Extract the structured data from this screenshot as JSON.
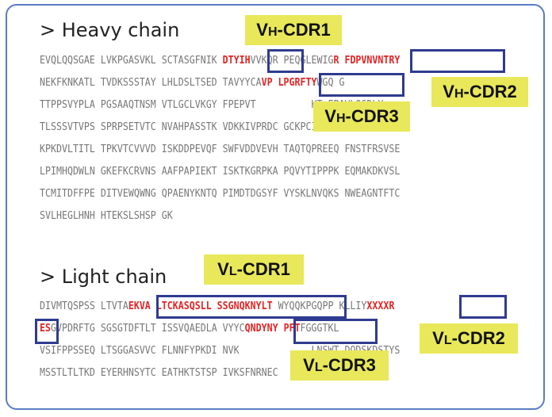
{
  "heavy": {
    "heading": "> Heavy chain",
    "rows": [
      [
        "EVQLQQSGAE LVKPGASVKL SCTASGFNIK ",
        {
          "hl": "DTYIH"
        },
        "VVKQR PEQGLEWIG",
        {
          "hl": "R FDPVNVNTRY"
        }
      ],
      [
        "NEKFKNKATL TVDKSSSTAY LHLDSLTSED TAVYYCA",
        {
          "hl": "VP LPGRFTY"
        },
        "WGQ G"
      ],
      [
        "TTPPSVYPLA PGSAAQTNSM VTLGCLVKGY FPEPVT",
        "          HT FPAVLQSDLY"
      ],
      [
        "TLSSSVTVPS SPRPSETVTC NVAHPASSTK VDKKIVPRDC GCKPCICTVP EVSSVFIFPP"
      ],
      [
        "KPKDVLTITL TPKVTCVVVD ISKDDPEVQF SWFVDDVEVH TAQTQPREEQ FNSTFRSVSE"
      ],
      [
        "LPIMHQDWLN GKEFKCRVNS AAFPAPIEKT ISKTKGRPKA PQVYTIPPPK EQMAKDKVSL"
      ],
      [
        "TCMITDFFPE DITVEWQWNG QPAENYKNTQ PIMDTDGSYF VYSKLNVQKS NWEAGNTFTC"
      ],
      [
        "SVLHEGLHNH HTEKSLSHSP GK"
      ]
    ],
    "labels": {
      "cdr1": {
        "main": "V",
        "sub": "H",
        "rest": "-CDR1"
      },
      "cdr2": {
        "main": "V",
        "sub": "H",
        "rest": "-CDR2"
      },
      "cdr3": {
        "main": "V",
        "sub": "H",
        "rest": "-CDR3"
      }
    }
  },
  "light": {
    "heading": "> Light chain",
    "rows": [
      [
        "DIVMTQSPSS LTVTA",
        {
          "hl": "EKVA LTCKASQSLL SSGNQKNYLT"
        },
        " WYQQKPGQPP KLLIY",
        {
          "hl": "XXXXR"
        }
      ],
      [
        {
          "hl": "ES"
        },
        "GVPDRFTG SGSGTDFTLT ISSVQAEDLA VYYC",
        {
          "hl": "QNDYNY PFT"
        },
        "FGGGTKL"
      ],
      [
        "VSIFPPSSEQ LTSGGASVVC FLNNFYPKDI NVK",
        "             LNSWT DQDSKDSTYS"
      ],
      [
        "MSSTLTLTKD EYERHNSYTC EATHKTSTSP IVKSFNRNEC"
      ]
    ],
    "labels": {
      "cdr1": {
        "main": "V",
        "sub": "L",
        "rest": "-CDR1"
      },
      "cdr2": {
        "main": "V",
        "sub": "L",
        "rest": "-CDR2"
      },
      "cdr3": {
        "main": "V",
        "sub": "L",
        "rest": "-CDR3"
      }
    }
  },
  "colors": {
    "highlight": "#e52222",
    "box": "#2f3b8f",
    "tag": "#e8e85a",
    "frame": "#5a7cc6"
  }
}
